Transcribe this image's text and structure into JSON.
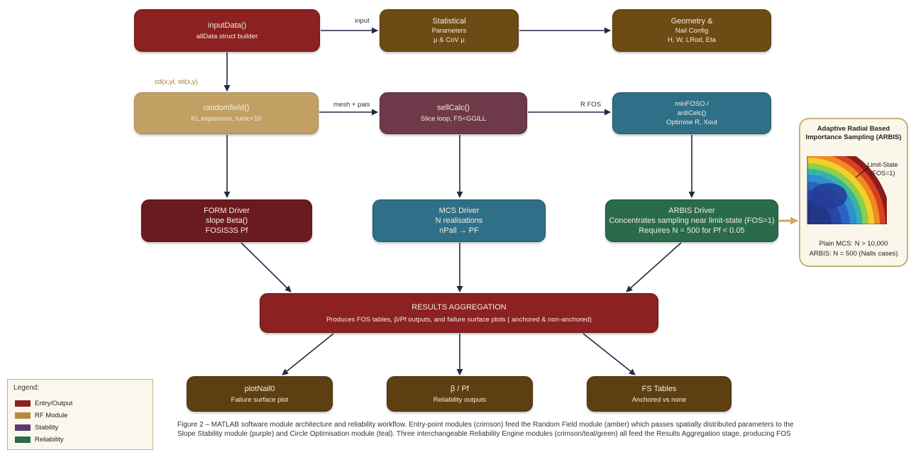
{
  "nodes": {
    "input_data": {
      "title": "inputData()",
      "sub": "allData struct builder"
    },
    "statistical": {
      "l1": "Statistical",
      "l2": "Parameters",
      "l3": "μ & CoV μ"
    },
    "geometry": {
      "l1": "Geometry &",
      "l2": "Nail Config",
      "l3": "H, W, LRod, Eta"
    },
    "random_field": {
      "title": "randomfield()",
      "sub": "KL expansion, tumc<10"
    },
    "slice_calc": {
      "title": "sellCalc()",
      "sub": "Slice loop, FS<GGILL"
    },
    "min_fos": {
      "l1": "minFOSO /",
      "l2": "antiCelc()",
      "l3": "Optimise R, Xout"
    },
    "form_driver": {
      "l1": "FORM Driver",
      "l2": "slope Beta()",
      "l3": "FOSIS3S Pf"
    },
    "mcs_driver": {
      "l1": "MCS Driver",
      "l2": "N realisations",
      "l3": "nPall → PF"
    },
    "arbis_driver": {
      "l1": "ARBIS Driver",
      "l2": "Concentrates sampling near limit-state (FOS=1)",
      "l3": "Requires N = 500 for Pf < 0.05"
    },
    "results": {
      "title": "RESULTS AGGREGATION",
      "sub": "Produces FOS tables, β/Pf outputs, and failure surface plots ( anchored & non-anchored)"
    },
    "plot_nail": {
      "title": "plotNail0",
      "sub": "Failure surface plot"
    },
    "beta_pf": {
      "title": "β / Pf",
      "sub": "Reliability outputs"
    },
    "fs_tables": {
      "title": "FS Tables",
      "sub": "Anchored vs none"
    }
  },
  "edge_labels": {
    "input": "input",
    "cd": "cd(x,yl, sti(x,y)",
    "mesh": "mesh + pais",
    "rfos": "R FOS"
  },
  "arbis_panel": {
    "title_l1": "Adaptive Radial Based",
    "title_l2": "Importance Sampling (ARBIS)",
    "limit_l1": "Limit-State",
    "limit_l2": "(FOS=1)",
    "cap_l1": "Plain MCS: N > 10,000",
    "cap_l2": "ARBIS: N = 500 (Nalls cases)"
  },
  "legend": {
    "title": "Legend:",
    "items": [
      {
        "label": "Entry/Output",
        "color": "#8b2121"
      },
      {
        "label": "RF Module",
        "color": "#b48a45"
      },
      {
        "label": "Stability",
        "color": "#5a3a6e"
      },
      {
        "label": "Reliability",
        "color": "#2a6b49"
      }
    ]
  },
  "caption": {
    "l1": "Figure 2 – MATLAB software module architecture and reliability workflow. Entry-point modules (crimson) feed the Random Field module (amber) which passes spatially distributed parameters to the",
    "l2": "Slope Stability module (purple) and Circle Optimisation module (teal). Three interchangeable Reliability Engine modules (crimson/teal/green) all feed the Results Aggregation stage, producing FOS"
  },
  "colors": {
    "arrow": "#1f2a44",
    "arbis_arrow": "#c9a86a"
  }
}
